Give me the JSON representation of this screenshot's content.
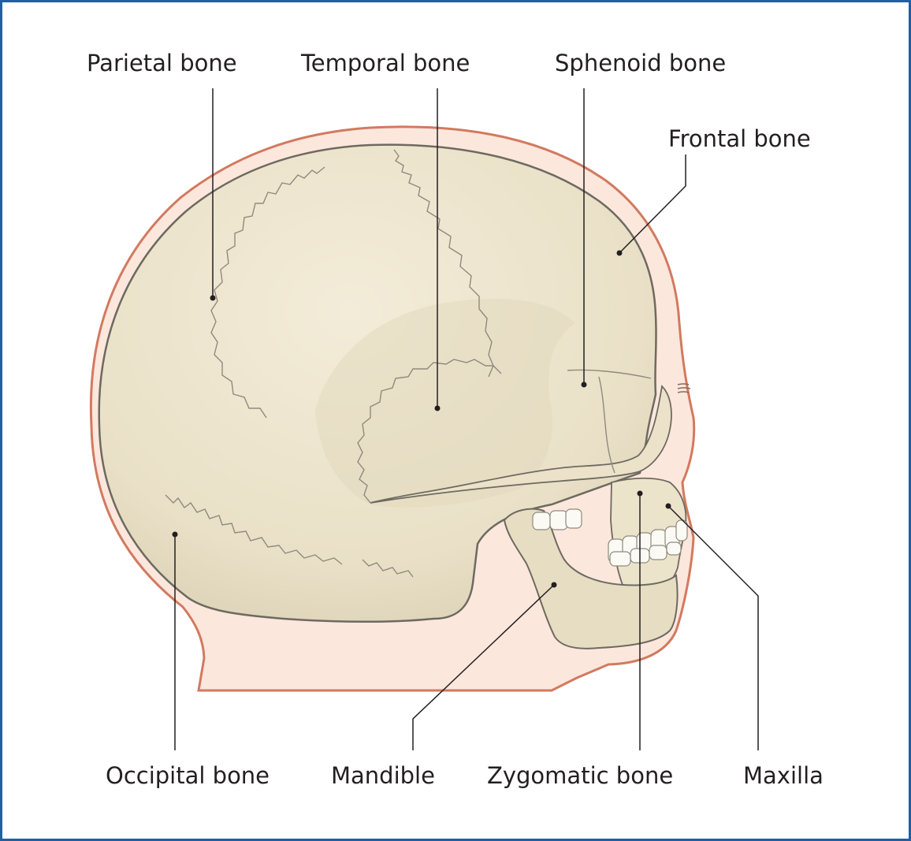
{
  "labels": {
    "parietal": "Parietal bone",
    "temporal": "Temporal bone",
    "sphenoid": "Sphenoid bone",
    "frontal": "Frontal bone",
    "occipital": "Occipital bone",
    "mandible": "Mandible",
    "zygomatic": "Zygomatic bone",
    "maxilla": "Maxilla"
  },
  "colors": {
    "frame": "#1f5fa8",
    "skin_fill": "#fce7dd",
    "skin_outline": "#d27a5f",
    "bone_fill": "#ede5cf",
    "bone_shade": "#d8ceb3",
    "bone_outline": "#6e6a60",
    "suture": "#8f8a7e",
    "teeth": "#fbfaf4",
    "leader": "#231f20"
  }
}
